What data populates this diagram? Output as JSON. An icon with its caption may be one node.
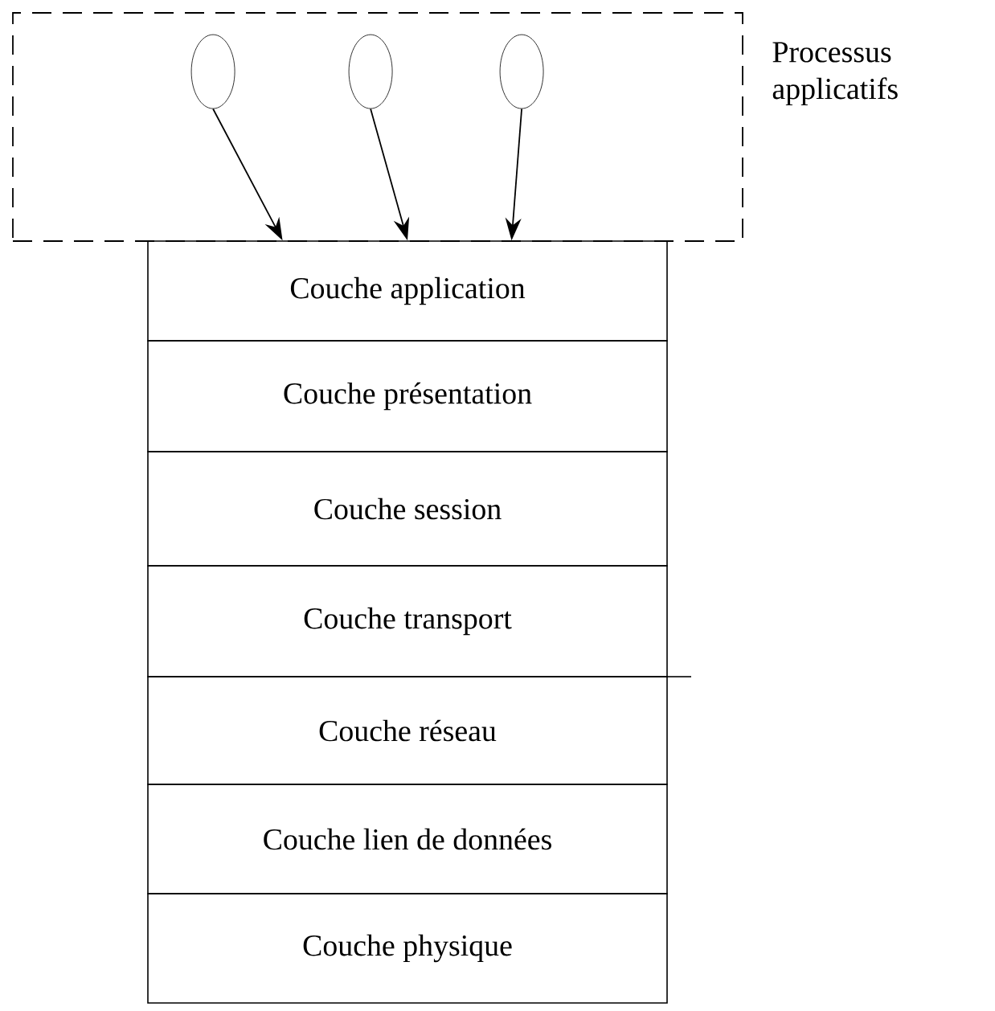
{
  "diagram": {
    "nodes": [
      {
        "text": [
          "Processus applicatifs"
        ]
      },
      {
        "text": [],
        "shape": "circle",
        "in": 0
      },
      {
        "text": [],
        "shape": "circle",
        "in": 0
      },
      {
        "text": [],
        "shape": "circle",
        "in": 0
      },
      {
        "text": [
          "Couche application"
        ]
      },
      {
        "text": [
          "Couche présentation"
        ]
      },
      {
        "text": [
          "Couche session"
        ]
      },
      {
        "text": [
          "Couche transport"
        ]
      },
      {
        "text": [
          "Couche réseau"
        ]
      },
      {
        "text": [
          "Couche lien de données"
        ]
      },
      {
        "text": [
          "Couche physique"
        ]
      }
    ],
    "edges": [
      {
        "from": 1,
        "to": 4,
        "arrow": "to"
      },
      {
        "from": 2,
        "to": 4,
        "arrow": "to"
      },
      {
        "from": 3,
        "to": 4,
        "arrow": "to"
      }
    ]
  }
}
